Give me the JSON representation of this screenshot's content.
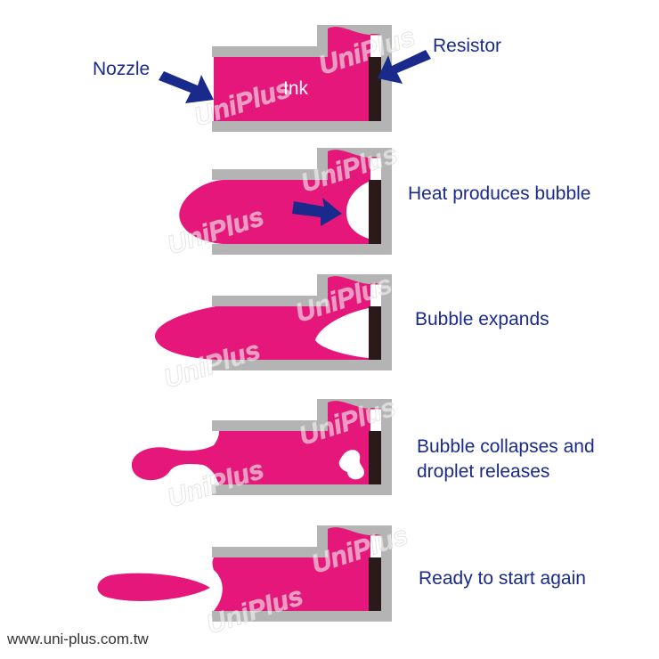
{
  "labels": {
    "nozzle": "Nozzle",
    "ink": "Ink",
    "resistor": "Resistor"
  },
  "steps": [
    {
      "caption": "Heat produces bubble"
    },
    {
      "caption": "Bubble expands"
    },
    {
      "caption_line1": "Bubble collapses and",
      "caption_line2": "droplet releases"
    },
    {
      "caption": "Ready to start again"
    }
  ],
  "watermark": "UniPlus",
  "footer": "www.uni-plus.com.tw",
  "colors": {
    "ink": "#e6177b",
    "wall": "#b4b4b4",
    "resistor": "#2a1a1a",
    "arrow": "#1a2a8c",
    "text": "#1a2a8c"
  }
}
